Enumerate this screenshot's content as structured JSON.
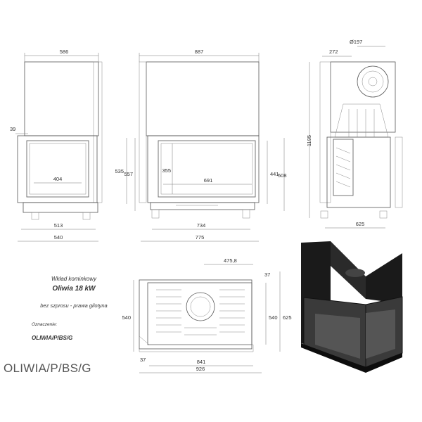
{
  "info": {
    "heading": "Wkład kominkowy",
    "model": "Oliwia 18 kW",
    "variant": "bez szprosu - prawa gilotyna",
    "marking_label": "Oznaczenie:",
    "marking": "OLIWIA/P/BS/G"
  },
  "footer_code": "OLIWIA/P/BS/G",
  "front_view": {
    "dims": {
      "top_width": "586",
      "side_offset": "39",
      "glass_width": "404",
      "inner_width": "513",
      "base_width": "540"
    }
  },
  "side_view": {
    "dims": {
      "top_width": "887",
      "glass_height": "355",
      "glass_width": "691",
      "height_a": "535",
      "height_b": "557",
      "height_c": "441",
      "height_d": "508",
      "inner_width": "734",
      "base_width": "775"
    }
  },
  "rear_view": {
    "dims": {
      "flue_diameter": "Ø197",
      "flue_offset": "272",
      "total_height": "1195",
      "base_width": "625"
    }
  },
  "plan_view": {
    "dims": {
      "flue_position": "475,8",
      "corner_offset": "37",
      "depth_a": "540",
      "depth_b": "540",
      "depth_c": "625",
      "inner_width": "841",
      "total_width": "926",
      "front_offset": "37"
    }
  },
  "product_render": {
    "frame_color": "#1a1a1a",
    "glass_color": "#3a3a3a"
  }
}
